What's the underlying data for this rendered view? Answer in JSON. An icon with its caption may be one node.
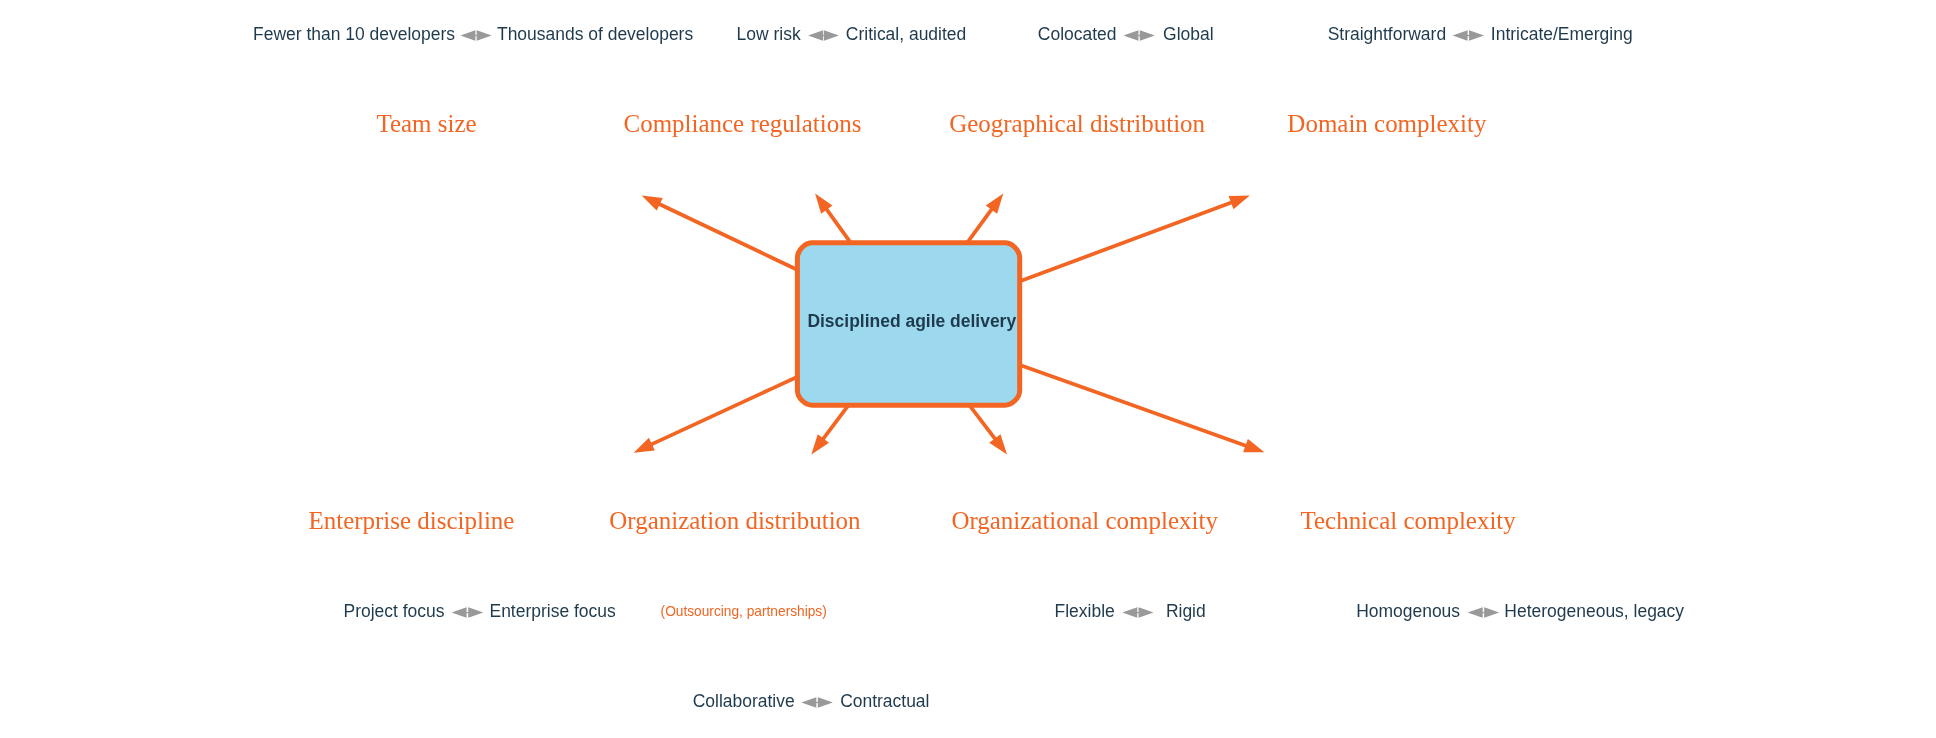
{
  "diagram": {
    "nodes": [
      {
        "text": [
          "Disciplined agile delivery"
        ]
      },
      {
        "text": [
          "Fewer than 10 developers"
        ]
      },
      {
        "text": [
          "Thousands of developers"
        ]
      },
      {
        "text": [
          "Low risk"
        ]
      },
      {
        "text": [
          "Critical, audited"
        ]
      },
      {
        "text": [
          "Colocated"
        ]
      },
      {
        "text": [
          "Global"
        ]
      },
      {
        "text": [
          "Straightforward"
        ]
      },
      {
        "text": [
          "Intricate/Emerging"
        ]
      },
      {
        "text": [
          "Project focus"
        ]
      },
      {
        "text": [
          "Enterprise focus"
        ]
      },
      {
        "text": [
          "Collaborative"
        ]
      },
      {
        "text": [
          "Contractual"
        ]
      },
      {
        "text": [
          "Flexible"
        ]
      },
      {
        "text": [
          "Rigid"
        ]
      },
      {
        "text": [
          "Homogenous"
        ]
      },
      {
        "text": [
          "Heterogeneous, legacy"
        ]
      }
    ],
    "edges": [
      {
        "from": 0,
        "to": null,
        "arrow": "to",
        "color": "#f26522"
      },
      {
        "from": 0,
        "to": null,
        "arrow": "to",
        "color": "#f26522"
      },
      {
        "from": 0,
        "to": null,
        "arrow": "to",
        "color": "#f26522"
      },
      {
        "from": 0,
        "to": null,
        "arrow": "to",
        "color": "#f26522"
      },
      {
        "from": 0,
        "to": null,
        "arrow": "to",
        "color": "#f26522"
      },
      {
        "from": 0,
        "to": null,
        "arrow": "to",
        "color": "#f26522"
      },
      {
        "from": 0,
        "to": null,
        "arrow": "to",
        "color": "#f26522"
      },
      {
        "from": 0,
        "to": null,
        "arrow": "to",
        "color": "#f26522"
      },
      {
        "from": 1,
        "to": 2,
        "arrow": "both",
        "color": "#999999"
      },
      {
        "from": 3,
        "to": 4,
        "arrow": "both",
        "color": "#999999"
      },
      {
        "from": 5,
        "to": 6,
        "arrow": "both",
        "color": "#999999"
      },
      {
        "from": 7,
        "to": 8,
        "arrow": "both",
        "color": "#999999"
      },
      {
        "from": 9,
        "to": 10,
        "arrow": "both",
        "color": "#999999"
      },
      {
        "from": 11,
        "to": 12,
        "arrow": "both",
        "color": "#999999"
      },
      {
        "from": 13,
        "to": 14,
        "arrow": "both",
        "color": "#999999"
      },
      {
        "from": 15,
        "to": 16,
        "arrow": "both",
        "color": "#999999"
      }
    ],
    "labels": [
      "Team size",
      "Compliance regulations",
      "Geographical distribution",
      "Domain complexity",
      "Enterprise discipline",
      "Organization distribution",
      "(Outsourcing, partnerships)",
      "Organizational complexity",
      "Technical complexity"
    ]
  }
}
